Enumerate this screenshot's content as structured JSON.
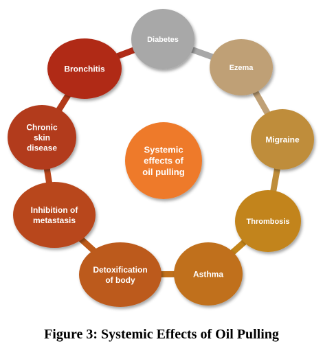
{
  "diagram": {
    "center": {
      "label": "Systemic effects of oil pulling",
      "lines": [
        "Systemic",
        "effects of",
        "oil pulling"
      ],
      "color": "#ee7a2c"
    },
    "nodes": [
      {
        "label": "Diabetes",
        "lines": [
          "Diabetes"
        ],
        "color": "#a8a8a8"
      },
      {
        "label": "Ezema",
        "lines": [
          "Ezema"
        ],
        "color": "#bfa076"
      },
      {
        "label": "Migraine",
        "lines": [
          "Migraine"
        ],
        "color": "#bf8d3a"
      },
      {
        "label": "Thrombosis",
        "lines": [
          "Thrombosis"
        ],
        "color": "#c2841a"
      },
      {
        "label": "Asthma",
        "lines": [
          "Asthma"
        ],
        "color": "#c0701b"
      },
      {
        "label": "Detoxification of body",
        "lines": [
          "Detoxification",
          "of body"
        ],
        "color": "#bc5a1a"
      },
      {
        "label": "Inhibition of metastasis",
        "lines": [
          "Inhibition of",
          "metastasis"
        ],
        "color": "#b8461c"
      },
      {
        "label": "Chronic skin disease",
        "lines": [
          "Chronic",
          "skin",
          "disease"
        ],
        "color": "#b23a1a"
      },
      {
        "label": "Bronchitis",
        "lines": [
          "Bronchitis"
        ],
        "color": "#b02c18"
      }
    ]
  },
  "caption": "Figure 3: Systemic Effects of Oil Pulling"
}
